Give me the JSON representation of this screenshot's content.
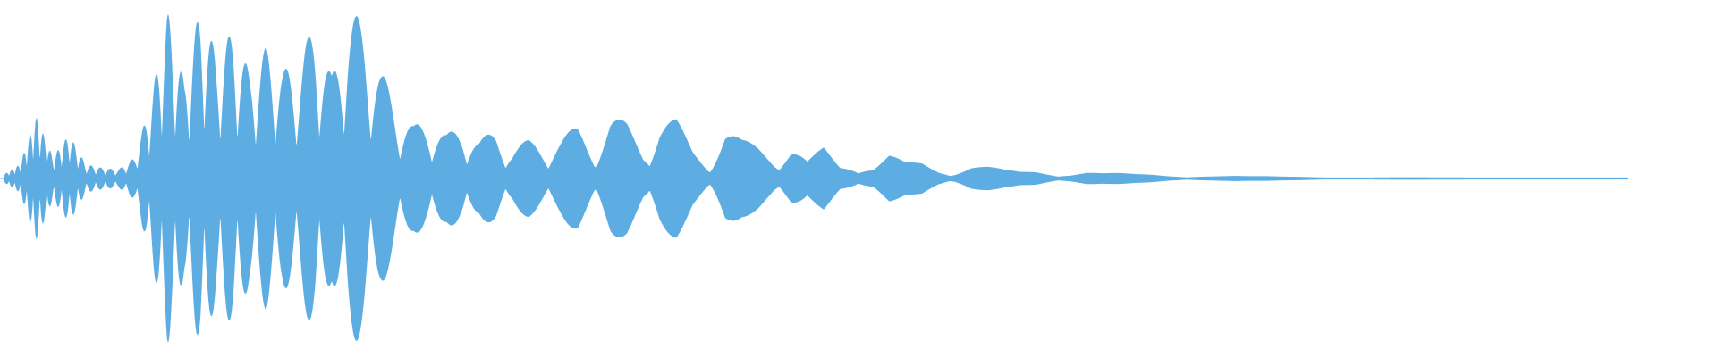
{
  "waveform": {
    "color": "#5DADE2",
    "background": "#FFFFFF",
    "amplitude_envelope": [
      0.02,
      0.08,
      0.35,
      0.12,
      0.25,
      0.08,
      0.06,
      0.05,
      0.12,
      0.45,
      0.95,
      0.55,
      0.98,
      0.7,
      0.85,
      0.6,
      0.75,
      0.62,
      0.65,
      0.92,
      0.58,
      0.98,
      0.88,
      0.62,
      0.42,
      0.3,
      0.35,
      0.25,
      0.32,
      0.22,
      0.28,
      0.18,
      0.22,
      0.2,
      0.24,
      0.3,
      0.2,
      0.36,
      0.32,
      0.2,
      0.36,
      0.34,
      0.18,
      0.12,
      0.3,
      0.22,
      0.2,
      0.16,
      0.22,
      0.1,
      0.18,
      0.08,
      0.11,
      0.07,
      0.14,
      0.09,
      0.1,
      0.06,
      0.05,
      0.08,
      0.07,
      0.05,
      0.04,
      0.05,
      0.04,
      0.03,
      0.04,
      0.03,
      0.03,
      0.025,
      0.025,
      0.02,
      0.02,
      0.018,
      0.015,
      0.015,
      0.012,
      0.012,
      0.01,
      0.01,
      0.009,
      0.008,
      0.008,
      0.007,
      0.007,
      0.006,
      0.006,
      0.005,
      0.005,
      0.005,
      0.004,
      0.004,
      0.004,
      0.003,
      0.003,
      0.003,
      0.003,
      0.002,
      0.002,
      0.0
    ]
  }
}
